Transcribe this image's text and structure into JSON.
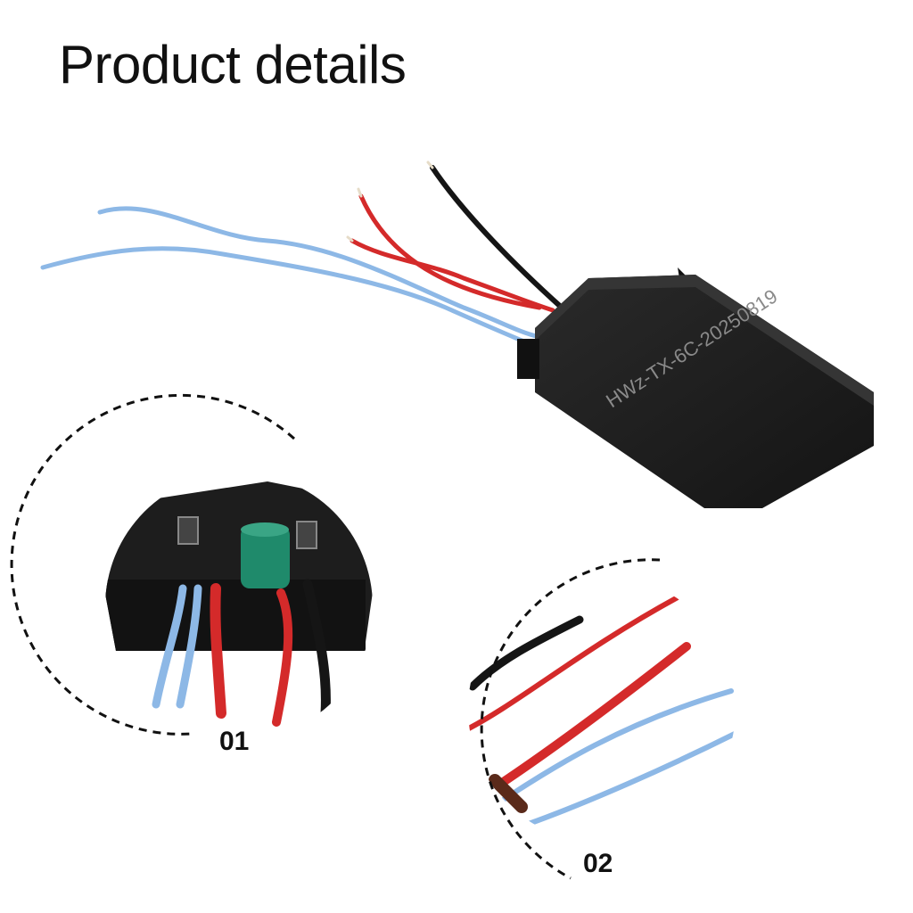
{
  "title": "Product details",
  "device": {
    "label": "HWz-TX-6C-20250819"
  },
  "details": [
    {
      "label": "01"
    },
    {
      "label": "02"
    }
  ],
  "colors": {
    "board": "#1e1e1e",
    "wire_red": "#d42a2a",
    "wire_blue": "#8db8e6",
    "wire_black": "#151515",
    "capacitor": "#1f8a6b"
  }
}
